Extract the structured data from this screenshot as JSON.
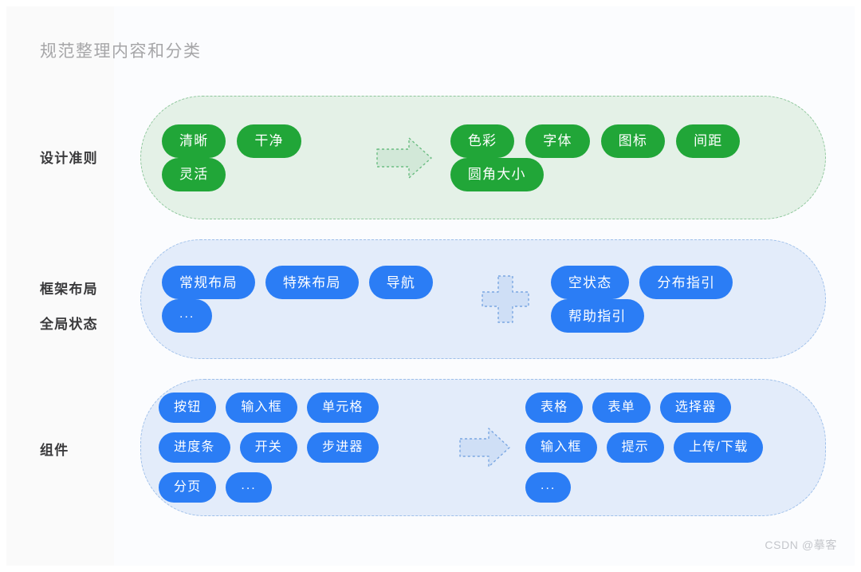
{
  "page": {
    "title": "规范整理内容和分类",
    "watermark": "CSDN @摹客"
  },
  "colors": {
    "green_pill": "#21a638",
    "green_panel_bg": "#e4f1e7",
    "green_panel_border": "#8ec79c",
    "blue_pill": "#2b7df5",
    "blue_panel_bg": "#e3ecfa",
    "blue_panel_border": "#9fc0ea",
    "title_text": "#a6a6a8",
    "label_text": "#3a3a3c",
    "pill_text": "#ffffff",
    "arrow_green_fill": "#d2e8d8",
    "arrow_blue_fill": "#cfdff6",
    "canvas_bg": "#fafafa"
  },
  "rows": [
    {
      "id": "design-principles",
      "label_lines": [
        "设计准则"
      ],
      "accent": "green",
      "connector": "arrow-right-icon",
      "left_group": [
        "清晰",
        "干净",
        "灵活"
      ],
      "right_group": [
        "色彩",
        "字体",
        "图标",
        "间距",
        "圆角大小"
      ]
    },
    {
      "id": "framework-layout-global-state",
      "label_lines": [
        "框架布局",
        "全局状态"
      ],
      "accent": "blue",
      "connector": "plus-icon",
      "left_group": [
        "常规布局",
        "特殊布局",
        "导航",
        "..."
      ],
      "right_group": [
        "空状态",
        "分布指引",
        "帮助指引"
      ]
    },
    {
      "id": "components",
      "label_lines": [
        "组件"
      ],
      "accent": "blue",
      "connector": "arrow-right-icon",
      "left_group": [
        "按钮",
        "输入框",
        "单元格",
        "进度条",
        "开关",
        "步进器",
        "分页",
        "..."
      ],
      "right_group": [
        "表格",
        "表单",
        "选择器",
        "输入框",
        "提示",
        "上传/下载",
        "..."
      ]
    }
  ]
}
